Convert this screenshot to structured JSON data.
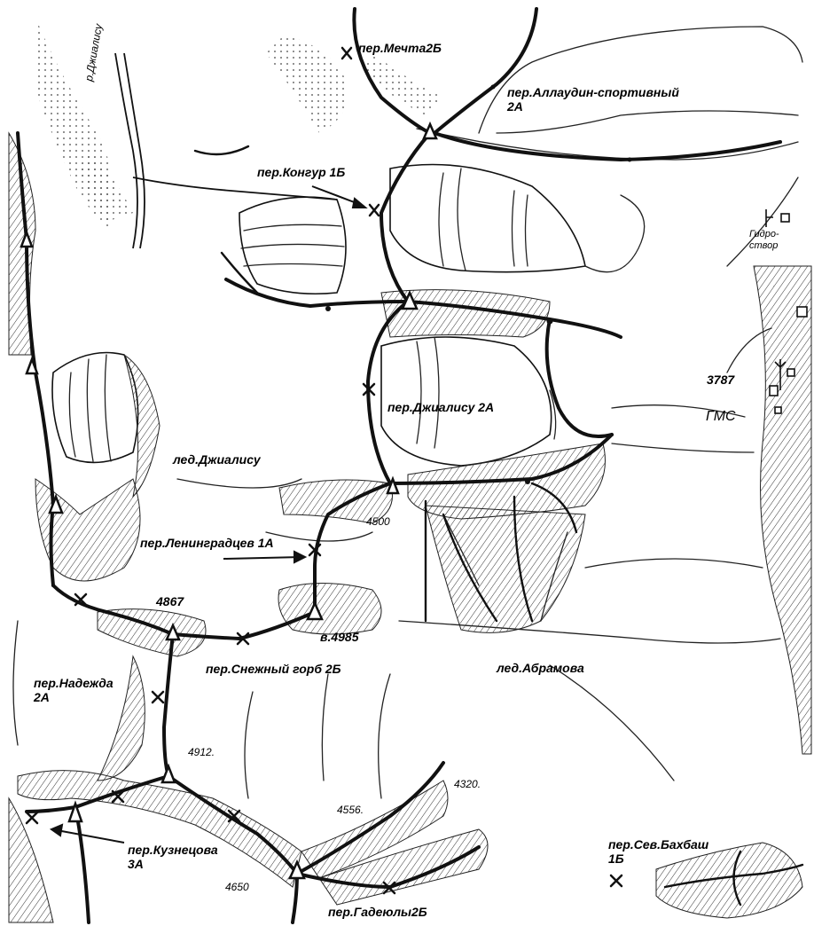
{
  "map": {
    "passes": {
      "mechta": "пер.Мечта2Б",
      "allaudin": "пер.Аллаудин-спортивный\n2А",
      "kongur": "пер.Конгур 1Б",
      "dzhialisu_pass": "пер.Джиалису 2А",
      "leningradtsev": "пер.Ленинградцев 1А",
      "snezhny": "пер.Снежный горб 2Б",
      "nadezhda": "пер.Надежда\n2А",
      "kuznetsova": "пер.Кузнецова\n3А",
      "gadeyuly": "пер.Гадеюлы2Б",
      "sev_bakhbash": "пер.Сев.Бахбаш\n1Б"
    },
    "glaciers": {
      "dzhialisu": "лед.Джиалису",
      "abramova": "лед.Абрамова"
    },
    "river": "р.Джиалису",
    "gidrostvor": "Гидро-\nствор",
    "gms": "ГМС",
    "heights": {
      "h3787": "3787",
      "h4500": "4500",
      "h4867": "4867",
      "h4985": "в.4985",
      "h4912": "4912.",
      "h4556": "4556.",
      "h4320": "4320.",
      "h4650": "4650"
    }
  }
}
